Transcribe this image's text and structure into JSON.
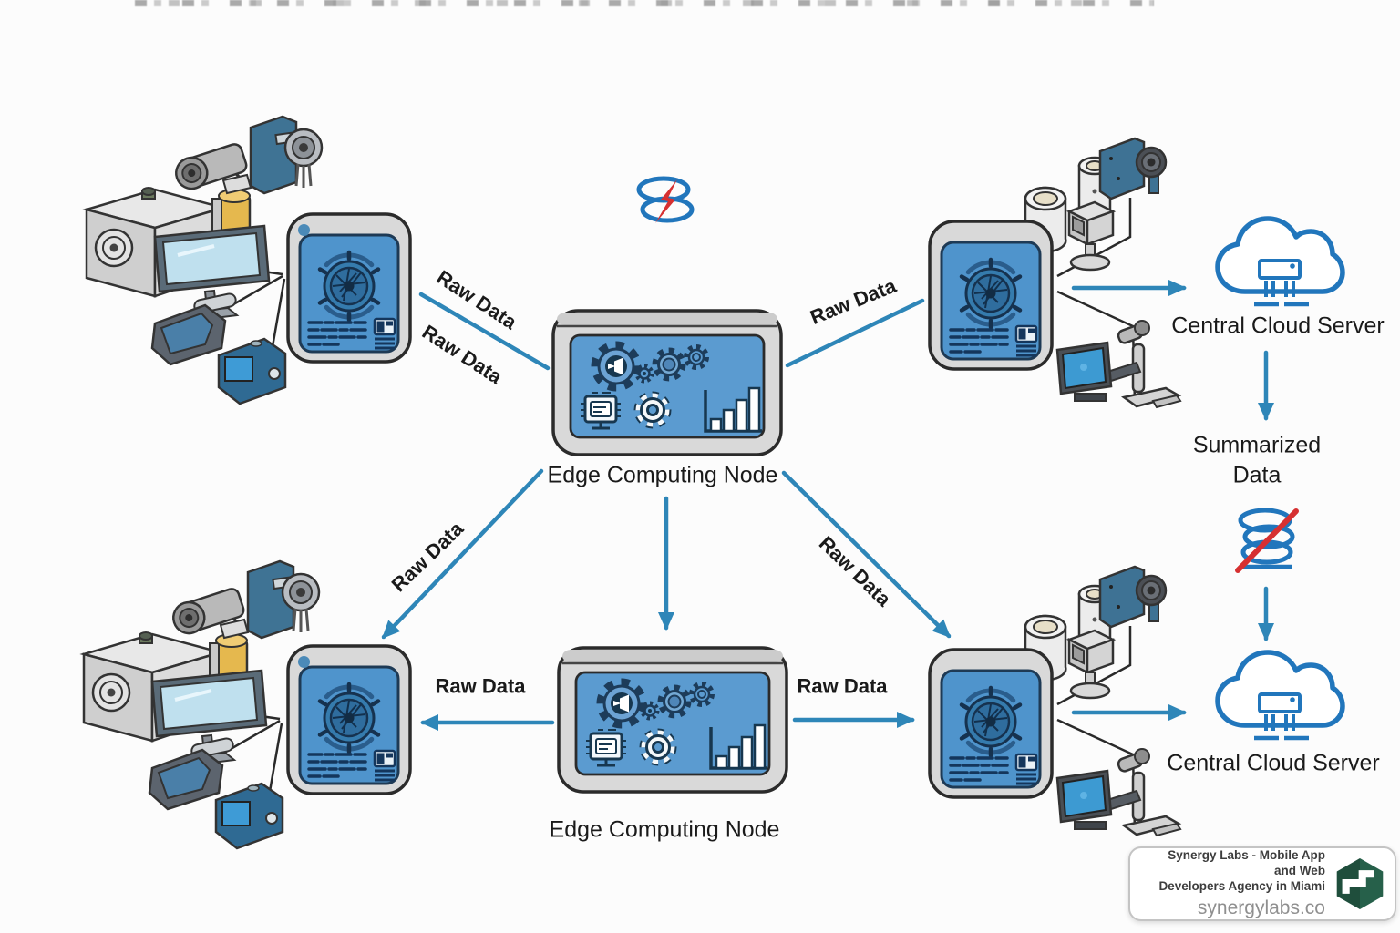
{
  "colors": {
    "arrow_blue": "#2e86b8",
    "cloud_blue": "#2176bc",
    "gateway_screen_blue": "#4f94cc",
    "node_screen_blue": "#5b9bd0",
    "frame_gray": "#d9d9d9",
    "outline_dark": "#2b2b2b",
    "alert_red": "#d63031",
    "logo_green": "#26604a",
    "text_black": "#1a1a1a"
  },
  "labels": {
    "raw_data": "Raw Data",
    "edge_computing_node": "Edge Computing Node",
    "central_cloud_server": "Central Cloud Server",
    "summarized_data": "Summarized Data"
  },
  "footer": {
    "line1": "Synergy Labs - Mobile App and Web",
    "line2": "Developers Agency in Miami",
    "url": "synergylabs.co"
  }
}
